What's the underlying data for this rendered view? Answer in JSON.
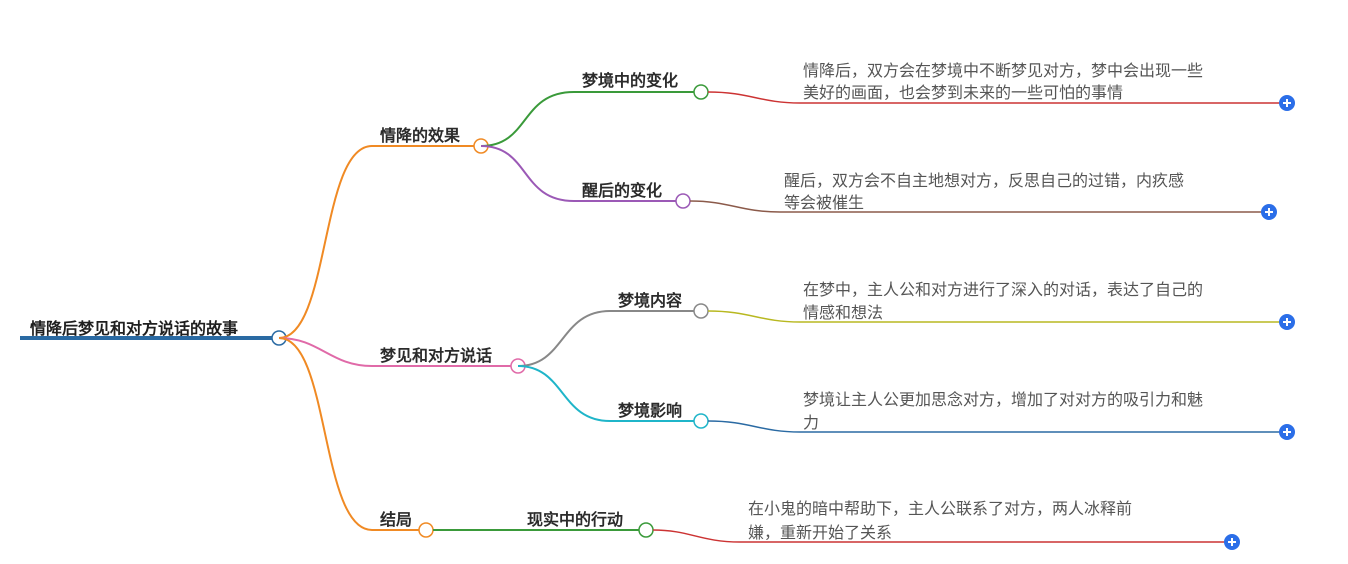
{
  "root": {
    "label": "情降后梦见和对方说话的故事",
    "color": "#2a6aa3"
  },
  "branches": [
    {
      "label": "情降的效果",
      "color": "#f08a24",
      "children": [
        {
          "label": "梦境中的变化",
          "color": "#3a9a3a",
          "note_color": "#cc3333",
          "note_lines": [
            "情降后，双方会在梦境中不断梦见对方，梦中会出现一些",
            "美好的画面，也会梦到未来的一些可怕的事情"
          ]
        },
        {
          "label": "醒后的变化",
          "color": "#9b59b6",
          "note_color": "#8b5a4a",
          "note_lines": [
            "醒后，双方会不自主地想对方，反思自己的过错，内疚感",
            "等会被催生"
          ]
        }
      ]
    },
    {
      "label": "梦见和对方说话",
      "color": "#e06aa8",
      "children": [
        {
          "label": "梦境内容",
          "color": "#888888",
          "note_color": "#b8b820",
          "note_lines": [
            "在梦中，主人公和对方进行了深入的对话，表达了自己的",
            "情感和想法"
          ]
        },
        {
          "label": "梦境影响",
          "color": "#1fb5c9",
          "note_color": "#2a6aa3",
          "note_lines": [
            "梦境让主人公更加思念对方，增加了对对方的吸引力和魅",
            "力"
          ]
        }
      ]
    },
    {
      "label": "结局",
      "color": "#f08a24",
      "children": [
        {
          "label": "现实中的行动",
          "color": "#3a9a3a",
          "note_color": "#cc3333",
          "note_lines": [
            "在小鬼的暗中帮助下，主人公联系了对方，两人冰释前",
            "嫌，重新开始了关系"
          ]
        }
      ]
    }
  ],
  "expand_icon": "plus-icon",
  "accent": "#2b6ee8"
}
